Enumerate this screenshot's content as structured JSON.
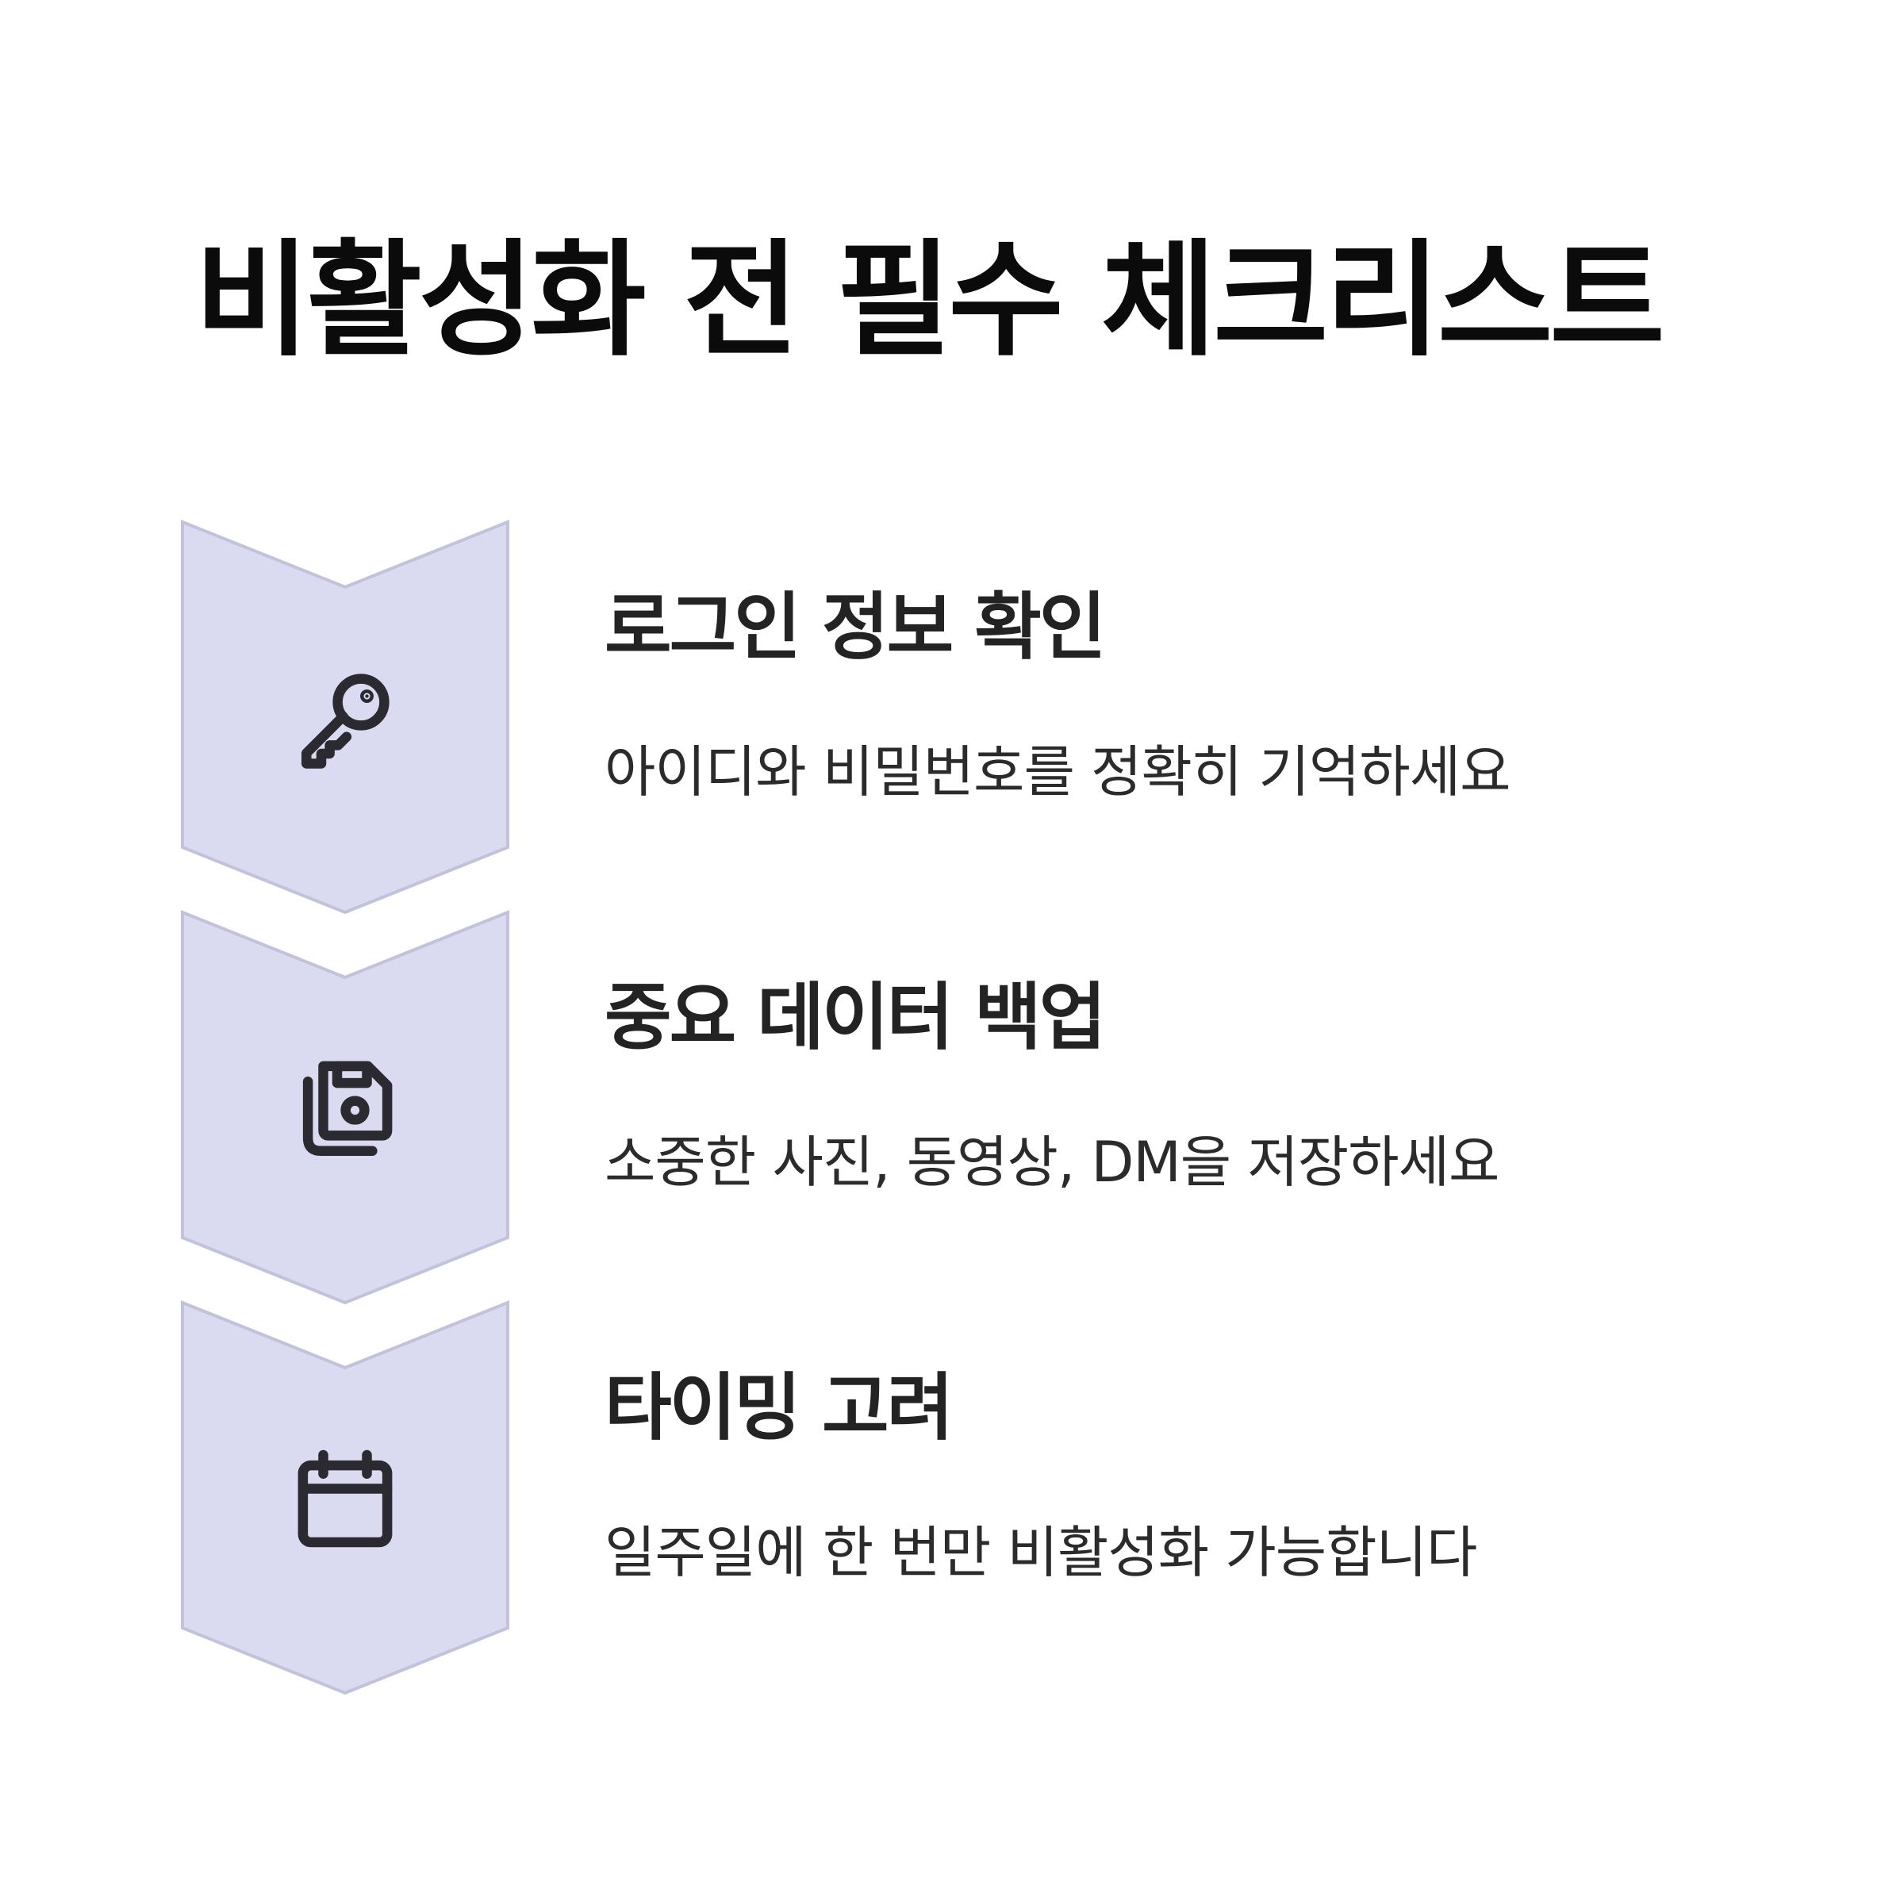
{
  "title": "비활성화 전 필수 체크리스트",
  "steps": [
    {
      "heading": "로그인 정보 확인",
      "description": "아이디와 비밀번호를 정확히 기억하세요",
      "icon": "key-icon"
    },
    {
      "heading": "중요 데이터 백업",
      "description": "소중한 사진, 동영상, DM을 저장하세요",
      "icon": "floppy-disk-icon"
    },
    {
      "heading": "타이밍 고려",
      "description": "일주일에 한 번만 비활성화 가능합니다",
      "icon": "calendar-icon"
    }
  ],
  "colors": {
    "chevron_fill": "#dadaf0",
    "chevron_stroke": "#c2c2dc",
    "title_text": "#0b0b0b",
    "body_text": "#232323"
  }
}
